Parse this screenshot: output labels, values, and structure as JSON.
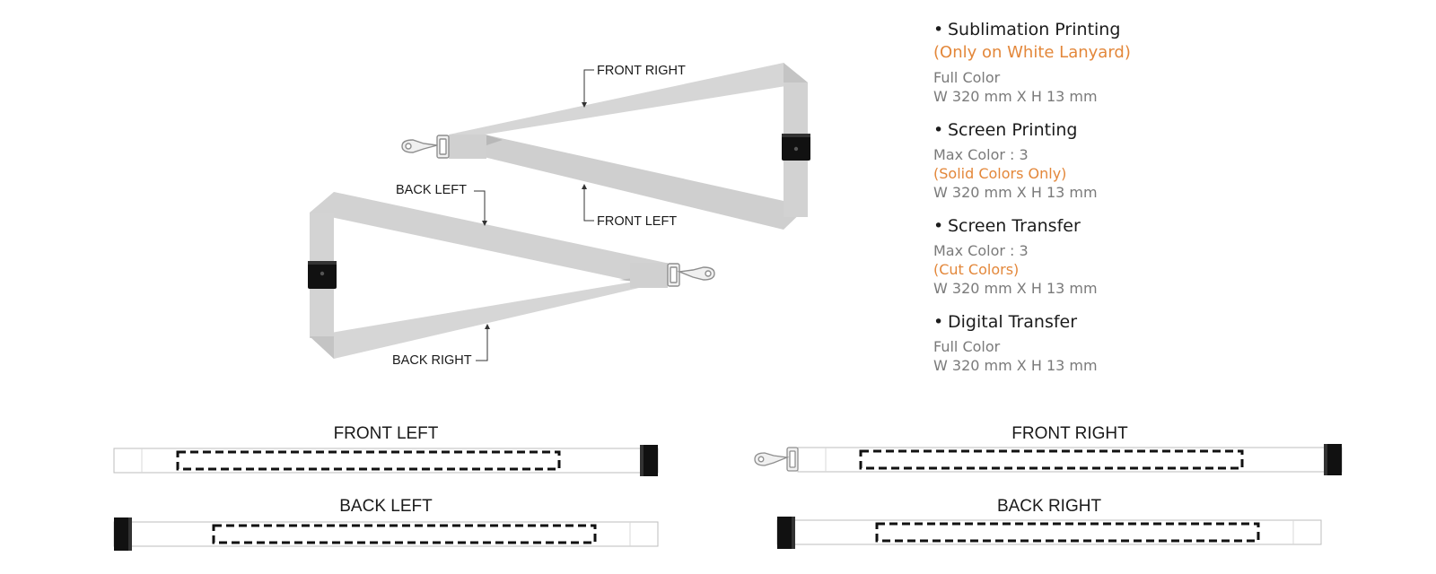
{
  "lanyard_labels": {
    "front_right": "FRONT RIGHT",
    "front_left": "FRONT LEFT",
    "back_left": "BACK LEFT",
    "back_right": "BACK RIGHT"
  },
  "strip_titles": {
    "front_left": "FRONT LEFT",
    "front_right": "FRONT RIGHT",
    "back_left": "BACK LEFT",
    "back_right": "BACK RIGHT"
  },
  "methods": [
    {
      "title": "Sublimation Printing",
      "note": "(Only on White Lanyard)",
      "lines": [
        "Full Color",
        "W 320 mm X H 13 mm"
      ]
    },
    {
      "title": "Screen Printing",
      "lines": [
        "Max Color : 3",
        "(Solid Colors Only)",
        "W 320 mm X H 13 mm"
      ]
    },
    {
      "title": "Screen Transfer",
      "lines": [
        "Max Color : 3",
        "(Cut Colors)",
        "W 320 mm X H 13 mm"
      ]
    },
    {
      "title": "Digital Transfer",
      "lines": [
        "Full Color",
        "W 320 mm X H 13 mm"
      ]
    }
  ],
  "bullet": "•",
  "colors": {
    "accent": "#e3873a",
    "ribbon": "#d4d4d4",
    "buckle": "#111111",
    "text_gray": "#7a7a7a"
  }
}
